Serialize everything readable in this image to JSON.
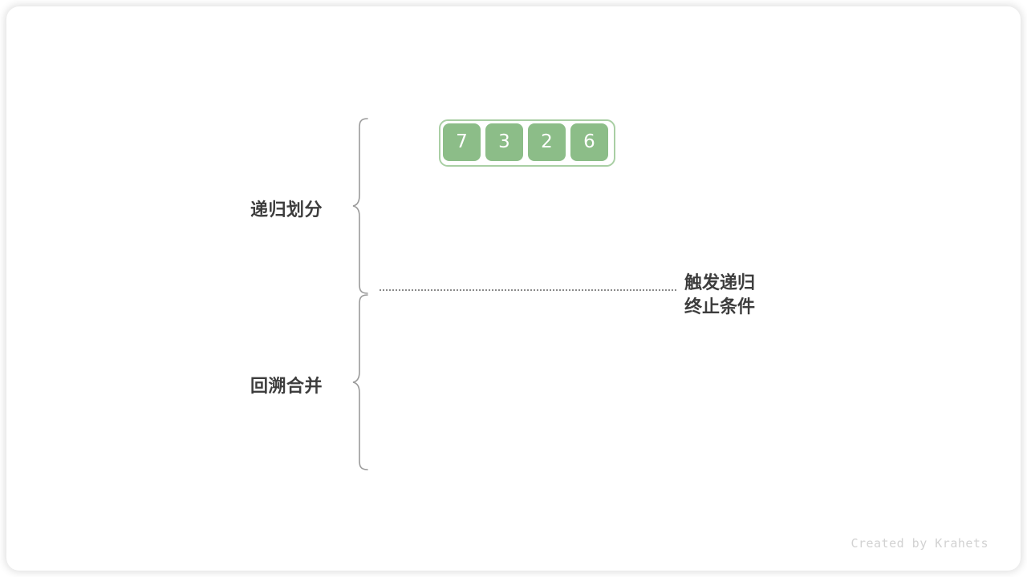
{
  "figure": {
    "title": "merge-sort-recursion-divide-and-merge",
    "background_color": "#ffffff",
    "card_color": "#ffffff"
  },
  "array": {
    "values": [
      "7",
      "3",
      "2",
      "6"
    ],
    "cell_fill": "#8cbd88",
    "cell_text_color": "#ffffff",
    "container_border_color": "#a9cfa4"
  },
  "phases": [
    {
      "id": "divide",
      "label": "递归划分",
      "brace_side": "right"
    },
    {
      "id": "merge",
      "label": "回溯合并",
      "brace_side": "right"
    }
  ],
  "annotation": {
    "line1": "触发递归",
    "line2": "终止条件",
    "color": "#3d3d3d"
  },
  "divider": {
    "style": "dotted",
    "color": "#8a8a8a"
  },
  "watermark": {
    "text": "Created by Krahets",
    "color": "#d2d2d2"
  }
}
